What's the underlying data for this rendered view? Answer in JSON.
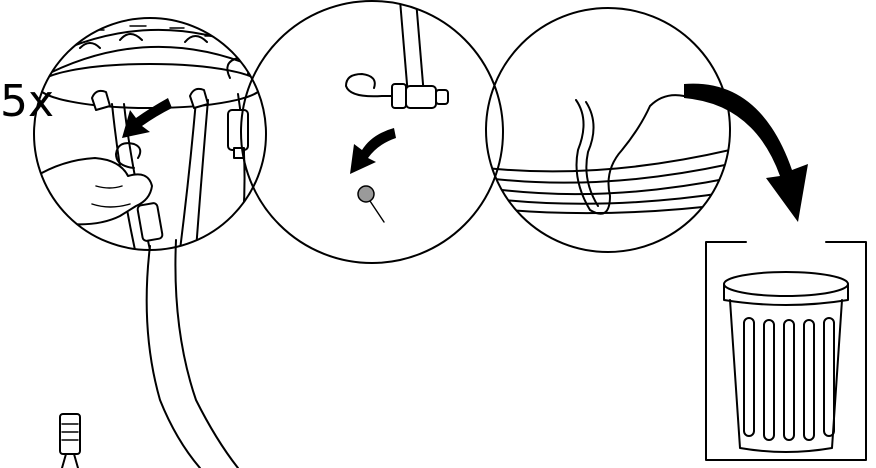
{
  "instruction": {
    "repeat_count": "5x"
  },
  "steps": [
    {
      "name": "unhook-cable-hooks"
    },
    {
      "name": "remove-pin-from-hook"
    },
    {
      "name": "unwind-twist-tie"
    },
    {
      "name": "discard-in-bin"
    }
  ],
  "icons": {
    "arrow": "curved-arrow-icon",
    "bin": "trash-bin-icon",
    "hook": "hook-icon",
    "pin": "pin-icon",
    "hand": "hand-icon",
    "plug": "plug-icon"
  },
  "colors": {
    "ink": "#000000",
    "pin_head": "#9a9a9a",
    "background": "#ffffff"
  }
}
